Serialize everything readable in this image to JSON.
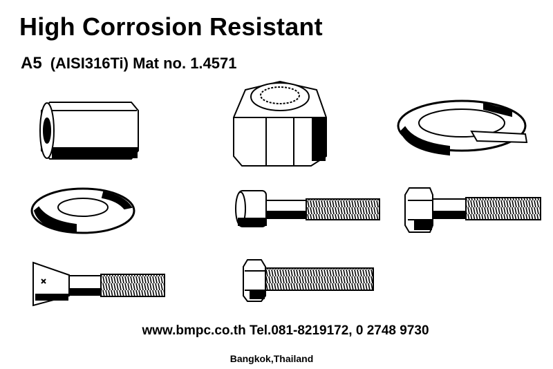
{
  "header": {
    "title": "High Corrosion Resistant",
    "grade": "A5",
    "material": "(AISI316Ti) Mat no. 1.4571"
  },
  "illustrations": [
    {
      "icon": "coupling-nut-icon"
    },
    {
      "icon": "hex-nut-icon"
    },
    {
      "icon": "spring-washer-icon"
    },
    {
      "icon": "flat-washer-icon"
    },
    {
      "icon": "socket-cap-screw-icon"
    },
    {
      "icon": "hex-bolt-icon"
    },
    {
      "icon": "countersunk-screw-icon"
    },
    {
      "icon": "hex-bolt-icon"
    }
  ],
  "footer": {
    "contact": "www.bmpc.co.th Tel.081-8219172, 0 2748 9730",
    "location": "Bangkok,Thailand"
  }
}
